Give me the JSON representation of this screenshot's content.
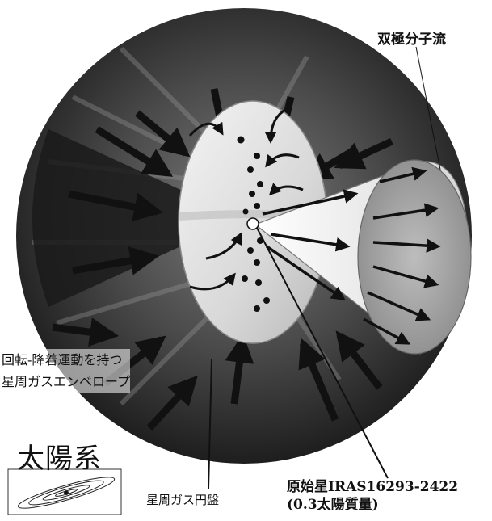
{
  "labels": {
    "bipolar_outflow": "双極分子流",
    "envelope_line1": "回転-降着運動を持つ",
    "envelope_line2": "星周ガスエンベロープ",
    "solar_system": "太陽系",
    "disk": "星周ガス円盤",
    "protostar_line1": "原始星IRAS16293-2422",
    "protostar_line2": "(0.3太陽質量)"
  },
  "colors": {
    "background": "#ffffff",
    "envelope_sphere": "#3a3a3a",
    "disk": "#e0e0e0",
    "outflow_cone": "#f2f2f2",
    "cone_face": "#a8a8a8",
    "arrows": "#111111"
  },
  "icons": [
    "inward-arrow-icon",
    "outflow-arrow-icon",
    "infall-curve-arrow-icon",
    "protostar-icon",
    "solar-system-orbit-icon"
  ]
}
